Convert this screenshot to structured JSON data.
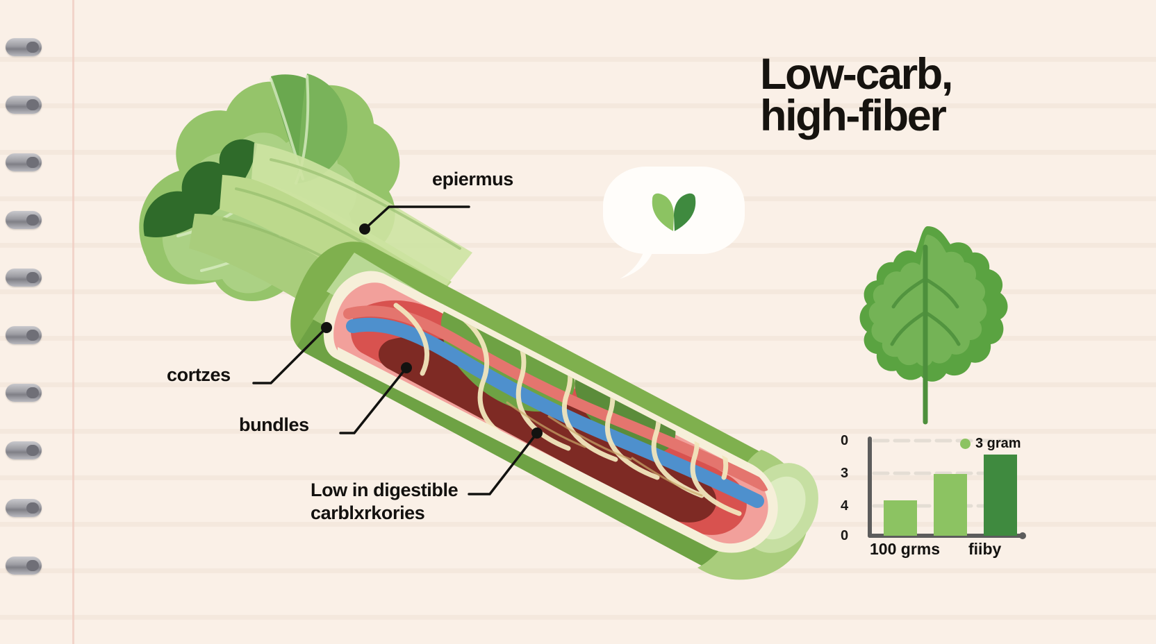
{
  "title": {
    "line1": "Low-carb,",
    "line2": "high-fiber"
  },
  "labels": {
    "epidermis": "epiermus",
    "cortex": "cortzes",
    "bundles": "bundles",
    "lowcarb_line1": "Low in digestible",
    "lowcarb_line2": "carblxrkories"
  },
  "bubble": {
    "icon": "sprout-leaf-icon"
  },
  "decoration": {
    "leaf_icon": "leaf-icon"
  },
  "colors": {
    "paper": "#faf0e7",
    "rule": "#f1e5da",
    "margin": "#f0cfc4",
    "ink": "#13110f",
    "leaf_light": "#8cc362",
    "leaf_dark": "#3f8a3f",
    "stalk_light": "#bcd98c",
    "stalk_mid": "#8cbb5a",
    "stalk_dark": "#5f9140",
    "flesh_pink": "#f2a09b",
    "flesh_red": "#d8524f",
    "vessel_blue": "#4e90cd",
    "vessel_dark": "#7e2a24",
    "fiber_cream": "#f2e6bd"
  },
  "chart_data": {
    "type": "bar",
    "title": "",
    "categories": [
      "100 grms",
      "fiiby",
      ""
    ],
    "values": [
      1.6,
      2.8,
      3.6
    ],
    "ylim": [
      0,
      4.6
    ],
    "ytick_labels": [
      "0",
      "3",
      "4",
      "0"
    ],
    "xtick_labels": [
      "100 grms",
      "fiiby"
    ],
    "bar_colors": [
      "#8cc362",
      "#8cc362",
      "#3f8a3f"
    ],
    "legend": [
      {
        "label": "3 gram",
        "color": "#8cc362"
      }
    ],
    "legend_position": "top-right",
    "grid": true,
    "xlabel": "",
    "ylabel": ""
  }
}
